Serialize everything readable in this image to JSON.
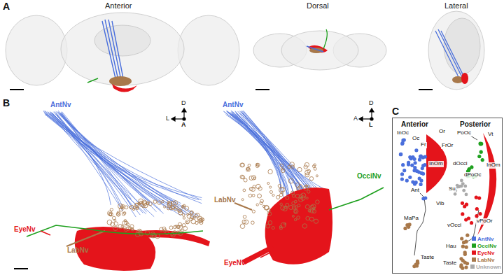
{
  "diagram": {
    "nodes": [
      {
        "text": [
          "Anterior",
          "Posterior"
        ]
      }
    ],
    "labels": [
      "A",
      "Anterior",
      "Dorsal",
      "Lateral",
      "B",
      "AntNv",
      "EyeNv",
      "LabNv",
      "D",
      "L",
      "A",
      "AntNv",
      "OcciNv",
      "LabNv",
      "EyeNv",
      "D",
      "A",
      "L",
      "C",
      "InOc",
      "Oc",
      "Fr",
      "Or",
      "FrOr",
      "InOm",
      "Ant",
      "Vib",
      "MaPa",
      "Taste",
      "PoOc",
      "Vt",
      "InOm",
      "dPoOc",
      "dOcci",
      "Su",
      "vOcci",
      "vPoOr",
      "Hau",
      "Taste"
    ],
    "legend": [
      {
        "text": "AntNv",
        "color": "#4a6fdc"
      },
      {
        "text": "OcciNv",
        "color": "#1ea01e"
      },
      {
        "text": "EyeNv",
        "color": "#e4141b"
      },
      {
        "text": "LabNv",
        "color": "#a8784a"
      },
      {
        "text": "Unknown",
        "color": "#aaaaaa"
      }
    ]
  }
}
